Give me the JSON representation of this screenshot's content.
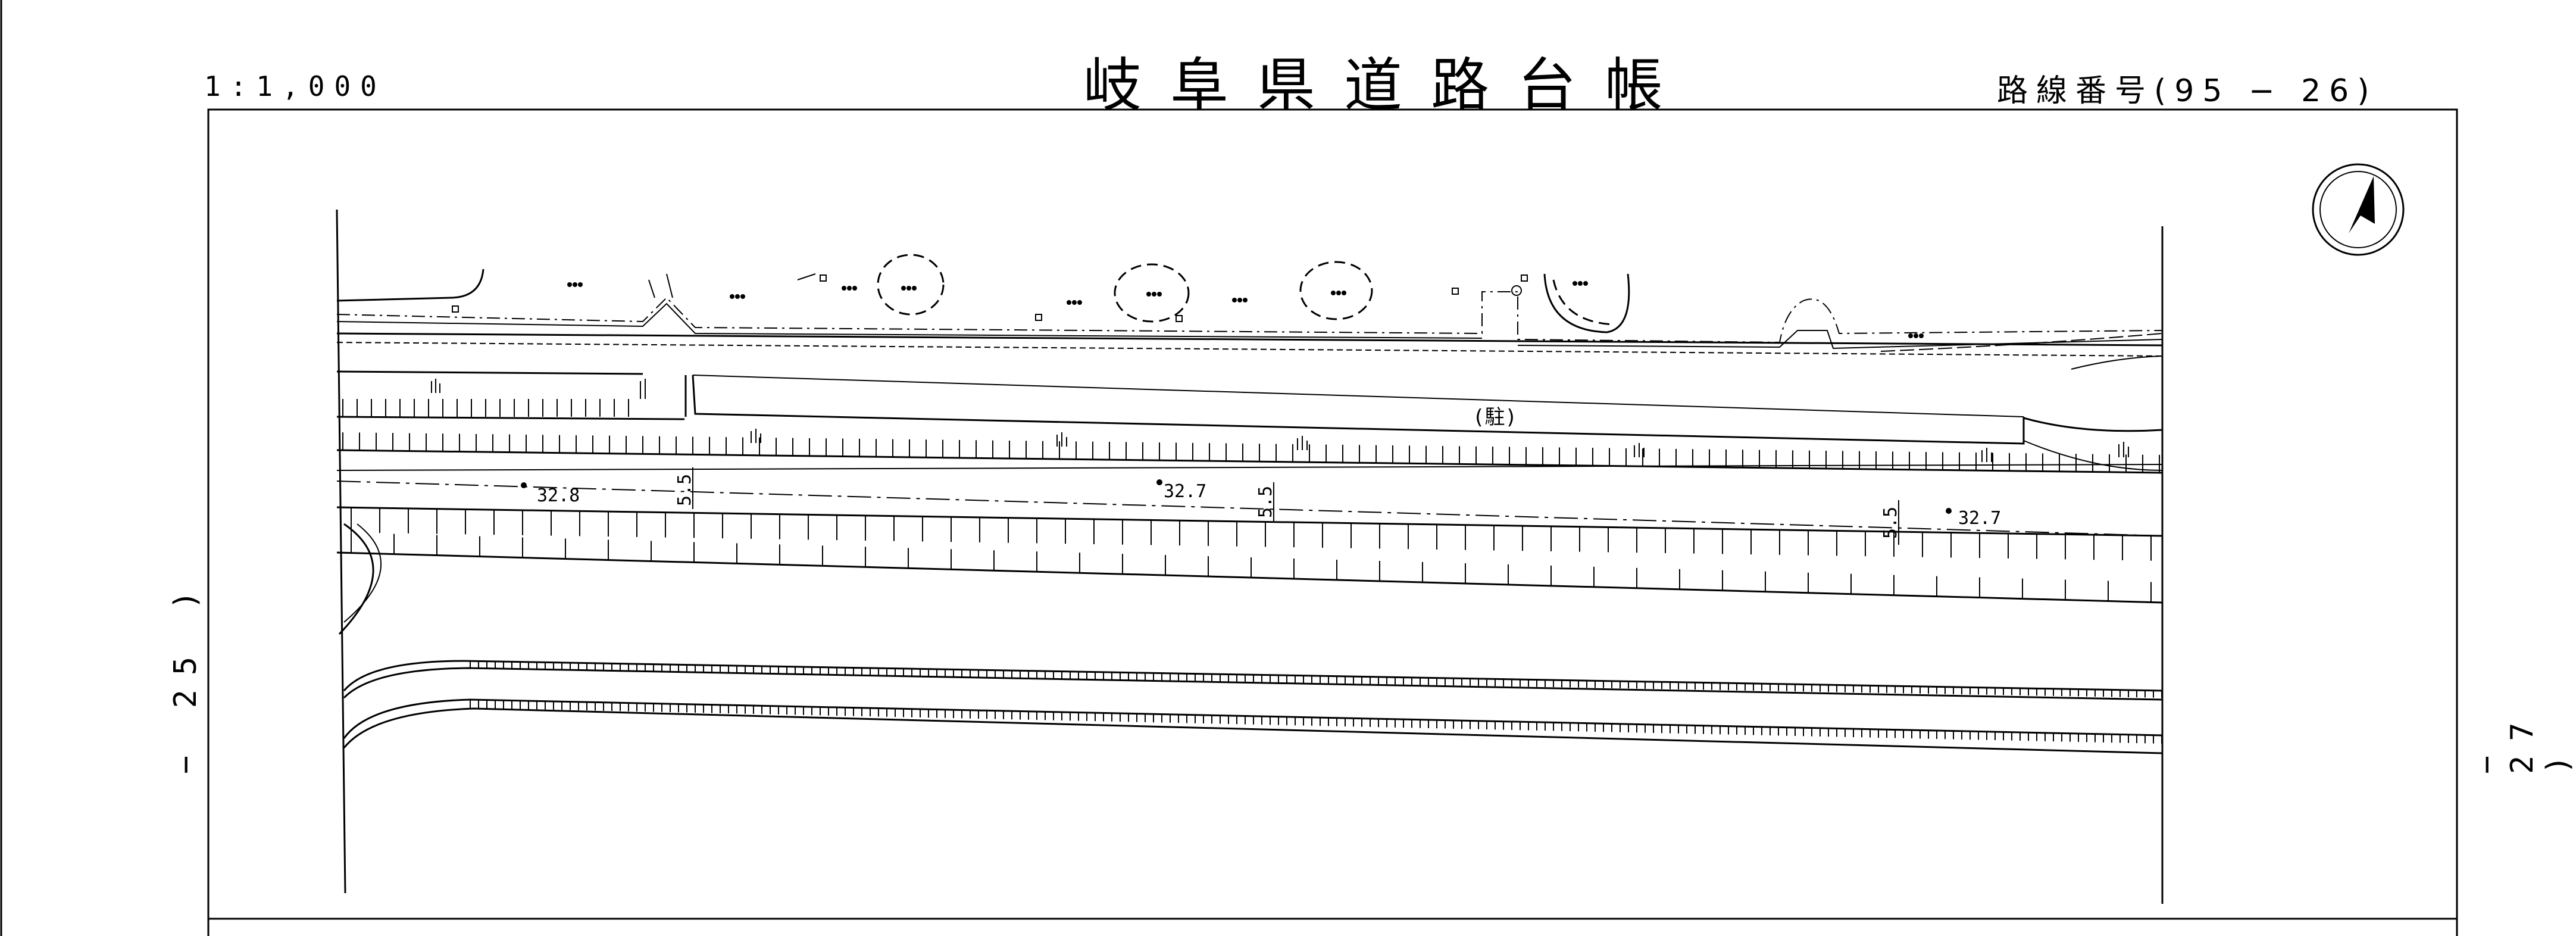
{
  "header": {
    "scale": "1:1,000",
    "title": "岐阜県道路台帳",
    "route_number": "路線番号(95 − 26)"
  },
  "side_refs": {
    "left": "− 25 )",
    "right": "− 27 )"
  },
  "map": {
    "parking_label": "(駐)",
    "elevations": [
      "32.8",
      "32.7",
      "32.7"
    ],
    "lane_widths": [
      "5.5",
      "5.5",
      "5.5"
    ],
    "north_arrow": "north-arrow-icon"
  }
}
